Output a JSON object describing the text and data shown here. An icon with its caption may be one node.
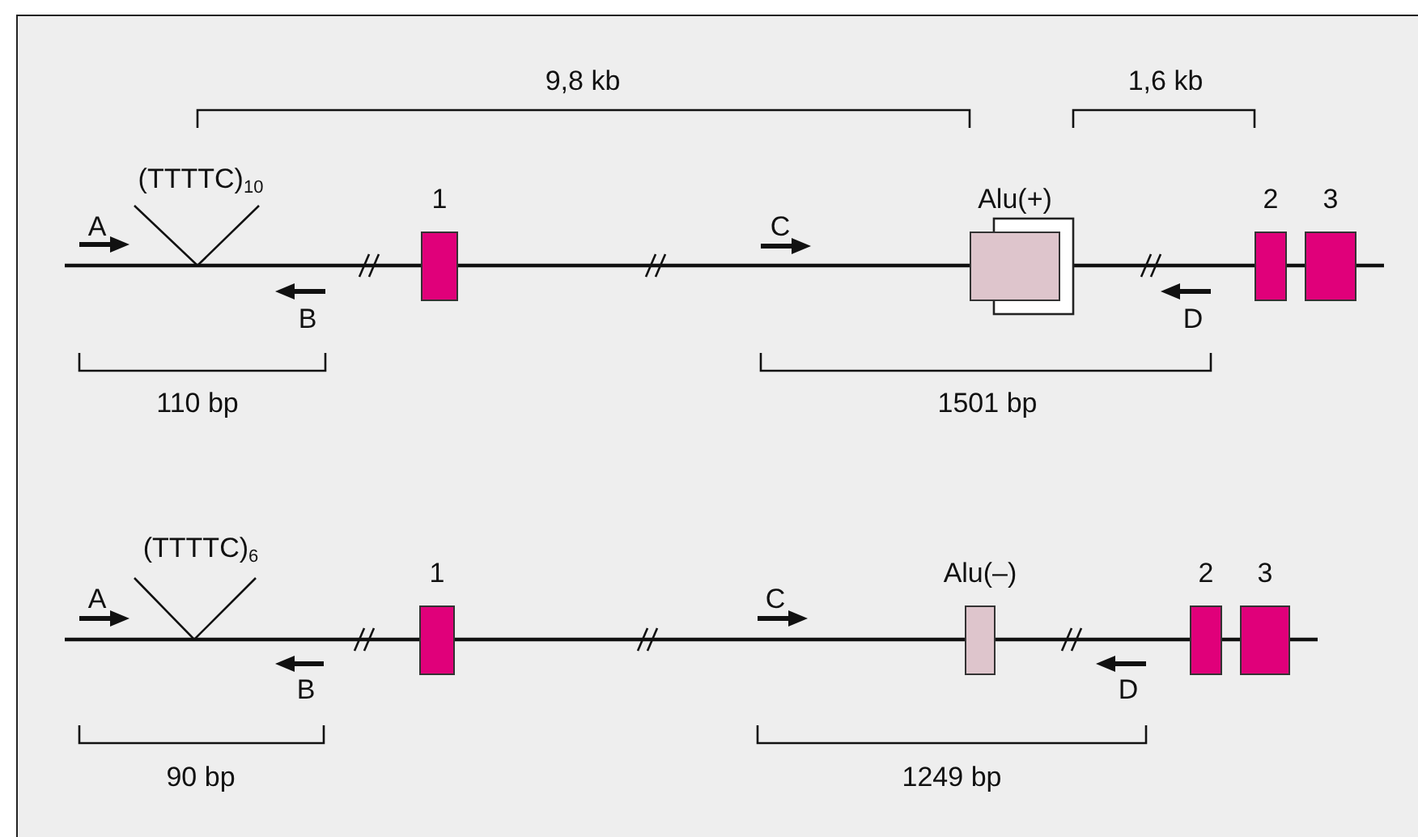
{
  "diagram": {
    "nodes": [
      {
        "text": [
          "1"
        ]
      },
      {
        "text": [
          "Alu(+)"
        ]
      },
      {
        "text": [
          "2"
        ]
      },
      {
        "text": [
          "3"
        ]
      },
      {
        "text": [
          "1"
        ]
      },
      {
        "text": [
          "Alu(–)"
        ]
      },
      {
        "text": [
          "2"
        ]
      },
      {
        "text": [
          "3"
        ]
      }
    ],
    "labels": [
      "9,8 kb",
      "1,6 kb",
      "(TTTTC)$_{10}$",
      "A",
      "C",
      "B",
      "D",
      "110 bp",
      "1501 bp",
      "(TTTTC)$_{6}$",
      "A",
      "C",
      "B",
      "D",
      "90 bp",
      "1249 bp"
    ]
  }
}
